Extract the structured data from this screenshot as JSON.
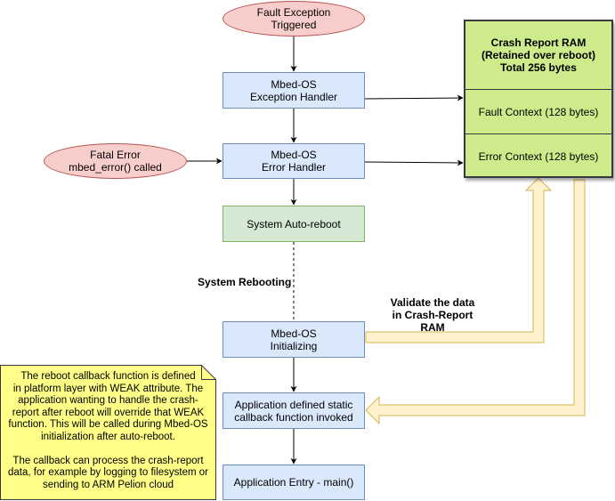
{
  "nodes": {
    "fault_exception": [
      "Fault Exception",
      "Triggered"
    ],
    "exception_handler": [
      "Mbed-OS",
      "Exception Handler"
    ],
    "fatal_error": [
      "Fatal Error",
      "mbed_error() called"
    ],
    "error_handler": [
      "Mbed-OS",
      "Error Handler"
    ],
    "auto_reboot": [
      "System Auto-reboot"
    ],
    "initializing": [
      "Mbed-OS",
      "Initializing"
    ],
    "app_callback": [
      "Application defined static",
      "callback function invoked"
    ],
    "app_entry": [
      "Application Entry - main()"
    ]
  },
  "crash_ram": {
    "title": [
      "Crash Report RAM",
      "(Retained over reboot)",
      "Total 256 bytes"
    ],
    "fault_context": "Fault Context (128 bytes)",
    "error_context": "Error Context (128 bytes)"
  },
  "labels": {
    "system_rebooting": "System Rebooting",
    "validate": [
      "Validate the data",
      "in Crash-Report",
      "RAM"
    ]
  },
  "note": {
    "lines": [
      "The reboot callback function is defined",
      "in platform layer with WEAK attribute. The",
      "application wanting to handle the crash-",
      "report after reboot will override that WEAK",
      "function. This will be called during Mbed-OS",
      "initialization after auto-reboot.",
      "",
      "The callback can process the crash-report",
      "data, for example by logging to filesystem or",
      "sending to ARM Pelion cloud"
    ]
  },
  "colors": {
    "ellipse_fill": "#f8cecc",
    "process_fill": "#dae8fc",
    "reboot_fill": "#d5e8d4",
    "ram_fill": "#cdeb8b",
    "note_fill": "#ffff88",
    "arrow_fill": "#fff2cc"
  }
}
